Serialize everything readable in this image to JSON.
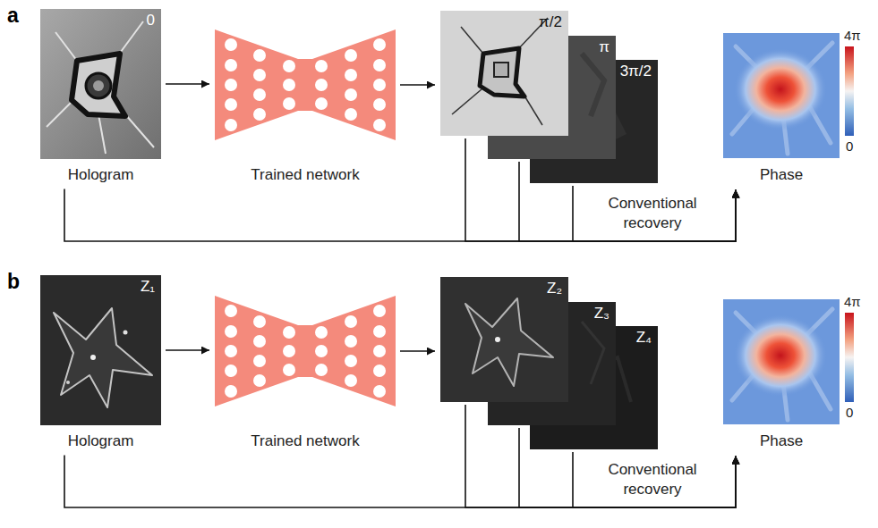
{
  "diagram": {
    "nodes": [
      {
        "text": [
          "0",
          "Hologram"
        ]
      },
      {
        "text": [
          "Trained network"
        ]
      },
      {
        "text": [
          "π/2"
        ]
      },
      {
        "text": [
          "π"
        ]
      },
      {
        "text": [
          "3π/2"
        ]
      },
      {
        "text": [
          "Phase"
        ]
      },
      {
        "text": [
          "Z₁",
          "Hologram"
        ]
      },
      {
        "text": [
          "Trained network"
        ]
      },
      {
        "text": [
          "Z₂"
        ]
      },
      {
        "text": [
          "Z₃"
        ]
      },
      {
        "text": [
          "Z₄"
        ]
      },
      {
        "text": [
          "Phase"
        ]
      }
    ],
    "edges": [
      {
        "from": 0,
        "to": 1,
        "arrow": "to"
      },
      {
        "from": 1,
        "to": 2,
        "arrow": "to"
      },
      {
        "from": 0,
        "to": 5,
        "arrow": "to"
      },
      {
        "from": 2,
        "to": 5,
        "arrow": "to"
      },
      {
        "from": 3,
        "to": 5,
        "arrow": "to"
      },
      {
        "from": 4,
        "to": 5,
        "arrow": "to"
      },
      {
        "from": 6,
        "to": 7,
        "arrow": "to"
      },
      {
        "from": 7,
        "to": 8,
        "arrow": "to"
      },
      {
        "from": 6,
        "to": 11,
        "arrow": "to"
      },
      {
        "from": 8,
        "to": 11,
        "arrow": "to"
      },
      {
        "from": 9,
        "to": 11,
        "arrow": "to"
      },
      {
        "from": 10,
        "to": 11,
        "arrow": "to"
      }
    ],
    "labels": [
      "a",
      "Conventional recovery",
      "4π",
      "0",
      "b",
      "Conventional recovery",
      "4π",
      "0"
    ]
  }
}
